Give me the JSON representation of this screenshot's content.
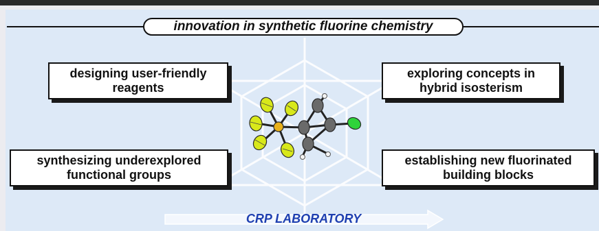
{
  "header": {
    "title": "innovation in synthetic fluorine chemistry"
  },
  "boxes": {
    "top_left": {
      "line1": "designing user-friendly",
      "line2": "reagents"
    },
    "top_right": {
      "line1": "exploring concepts in",
      "line2": "hybrid isosterism"
    },
    "bottom_left": {
      "line1": "synthesizing underexplored",
      "line2": "functional groups"
    },
    "bottom_right": {
      "line1": "establishing new fluorinated",
      "line2": "building blocks"
    }
  },
  "footer": {
    "label": "CRP LABORATORY"
  },
  "colors": {
    "panel_background": "#dde9f7",
    "footer_text": "#1e3fb0",
    "fluorine": "#d8e81a",
    "sulfur": "#e8b01a",
    "chlorine": "#2fd33a",
    "carbon": "#6a6a6a",
    "hydrogen": "#f4f4f4"
  },
  "icons": {
    "center_graphic": "crystal-structure-molecule-icon",
    "footer_arrow": "right-arrow-icon"
  }
}
